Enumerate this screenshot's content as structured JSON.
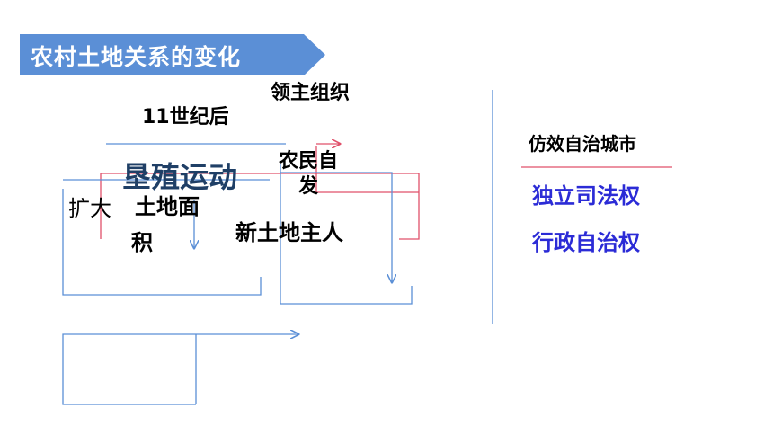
{
  "title": "农村土地关系的变化",
  "nodes": {
    "after_11th_century": "11世纪后",
    "lord_organized": "领主组织",
    "farmer_spontaneous": "农民自发",
    "reclamation_movement": "垦殖运动",
    "expand_prefix": "扩大",
    "expand_land_area_a": "土地面",
    "expand_land_area_b": "积",
    "new_land_owner": "新土地主人"
  },
  "right_panel": {
    "heading": "仿效自治城市",
    "items": [
      "独立司法权",
      "行政自治权"
    ]
  },
  "colors": {
    "banner": "#5b8fd6",
    "blue_line": "#5b8fd6",
    "red_line": "#e0506a",
    "highlight_text": "#2b2bd6",
    "reclaim_text": "#1f3f66"
  }
}
